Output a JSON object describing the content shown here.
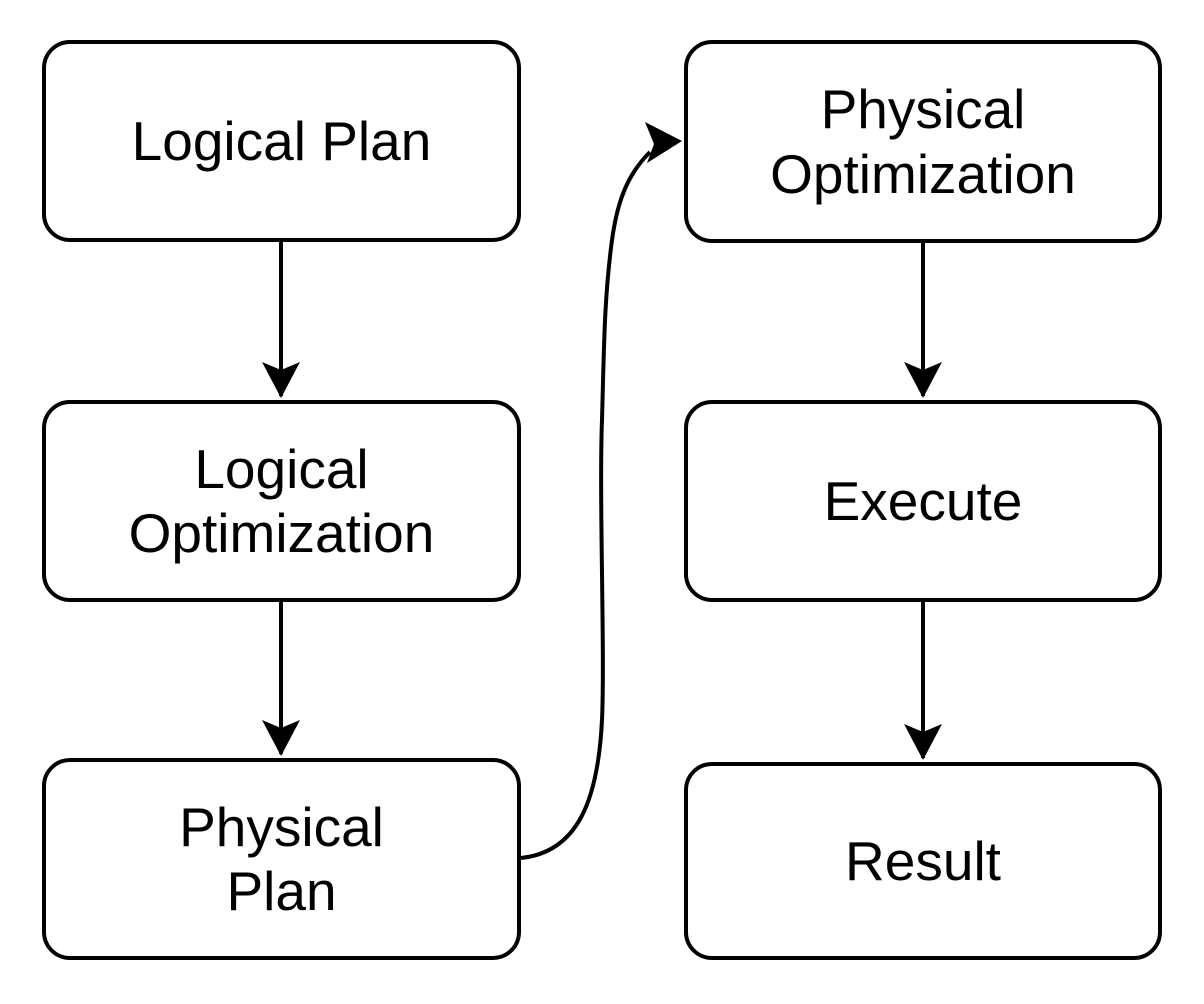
{
  "diagram": {
    "background_color": "#ffffff",
    "stroke_color": "#000000",
    "text_color": "#000000",
    "nodes": [
      {
        "id": "logical-plan",
        "label": "Logical Plan"
      },
      {
        "id": "logical-optimization",
        "label": "Logical\nOptimization"
      },
      {
        "id": "physical-plan",
        "label": "Physical\nPlan"
      },
      {
        "id": "physical-optimization",
        "label": "Physical\nOptimization"
      },
      {
        "id": "execute",
        "label": "Execute"
      },
      {
        "id": "result",
        "label": "Result"
      }
    ],
    "edges": [
      {
        "from": "Logical Plan",
        "to": "Logical Optimization",
        "style": "straight-down"
      },
      {
        "from": "Logical Optimization",
        "to": "Physical Plan",
        "style": "straight-down"
      },
      {
        "from": "Physical Plan",
        "to": "Physical Optimization",
        "style": "curved-up-right"
      },
      {
        "from": "Physical Optimization",
        "to": "Execute",
        "style": "straight-down"
      },
      {
        "from": "Execute",
        "to": "Result",
        "style": "straight-down"
      }
    ]
  }
}
